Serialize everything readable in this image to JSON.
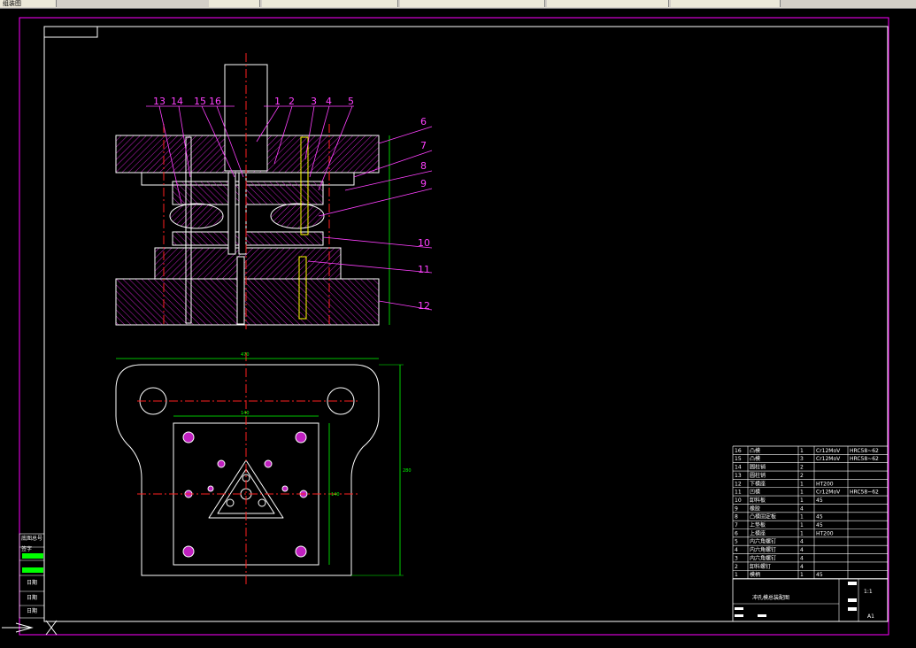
{
  "tabs": [
    {
      "label": "组装图"
    },
    {
      "label": ""
    },
    {
      "label": ""
    },
    {
      "label": ""
    },
    {
      "label": ""
    },
    {
      "label": ""
    }
  ],
  "part_callouts": [
    "1",
    "2",
    "3",
    "4",
    "5",
    "6",
    "7",
    "8",
    "9",
    "10",
    "11",
    "12",
    "13",
    "14",
    "15",
    "16"
  ],
  "dimensions": {
    "plan_width": "470",
    "plan_inner_width": "140",
    "plan_height": "280",
    "plan_inner_height": "140"
  },
  "bom_rows": [
    {
      "no": "16",
      "name": "凸模",
      "qty": "1",
      "material": "Cr12MoV",
      "note": "HRC58~62"
    },
    {
      "no": "15",
      "name": "凸模",
      "qty": "3",
      "material": "Cr12MoV",
      "note": "HRC58~62"
    },
    {
      "no": "14",
      "name": "圆柱销",
      "qty": "2",
      "material": "",
      "note": ""
    },
    {
      "no": "13",
      "name": "圆柱销",
      "qty": "2",
      "material": "",
      "note": ""
    },
    {
      "no": "12",
      "name": "下模座",
      "qty": "1",
      "material": "HT200",
      "note": ""
    },
    {
      "no": "11",
      "name": "凹模",
      "qty": "1",
      "material": "Cr12MoV",
      "note": "HRC58~62"
    },
    {
      "no": "10",
      "name": "卸料板",
      "qty": "1",
      "material": "45",
      "note": ""
    },
    {
      "no": "9",
      "name": "橡胶",
      "qty": "4",
      "material": "",
      "note": ""
    },
    {
      "no": "8",
      "name": "凸模固定板",
      "qty": "1",
      "material": "45",
      "note": ""
    },
    {
      "no": "7",
      "name": "上垫板",
      "qty": "1",
      "material": "45",
      "note": ""
    },
    {
      "no": "6",
      "name": "上模座",
      "qty": "1",
      "material": "HT200",
      "note": ""
    },
    {
      "no": "5",
      "name": "内六角螺钉",
      "qty": "4",
      "material": "",
      "note": ""
    },
    {
      "no": "4",
      "name": "内六角螺钉",
      "qty": "4",
      "material": "",
      "note": ""
    },
    {
      "no": "3",
      "name": "内六角螺钉",
      "qty": "4",
      "material": "",
      "note": ""
    },
    {
      "no": "2",
      "name": "卸料螺钉",
      "qty": "4",
      "material": "",
      "note": ""
    },
    {
      "no": "1",
      "name": "模柄",
      "qty": "1",
      "material": "45",
      "note": ""
    }
  ],
  "title_block": {
    "drawing_title": "冲孔模总装配图",
    "scale": "1:1",
    "sheet": "A1"
  },
  "left_strip": [
    "底图总号",
    "签字",
    "日期",
    "日期",
    "日期"
  ],
  "colors": {
    "frame": "#ff00ff",
    "line": "#ffffff",
    "hatch": "#c020c0",
    "callout": "#ff40ff",
    "dim": "#00ff00",
    "center": "#ff2020",
    "background": "#000000"
  }
}
